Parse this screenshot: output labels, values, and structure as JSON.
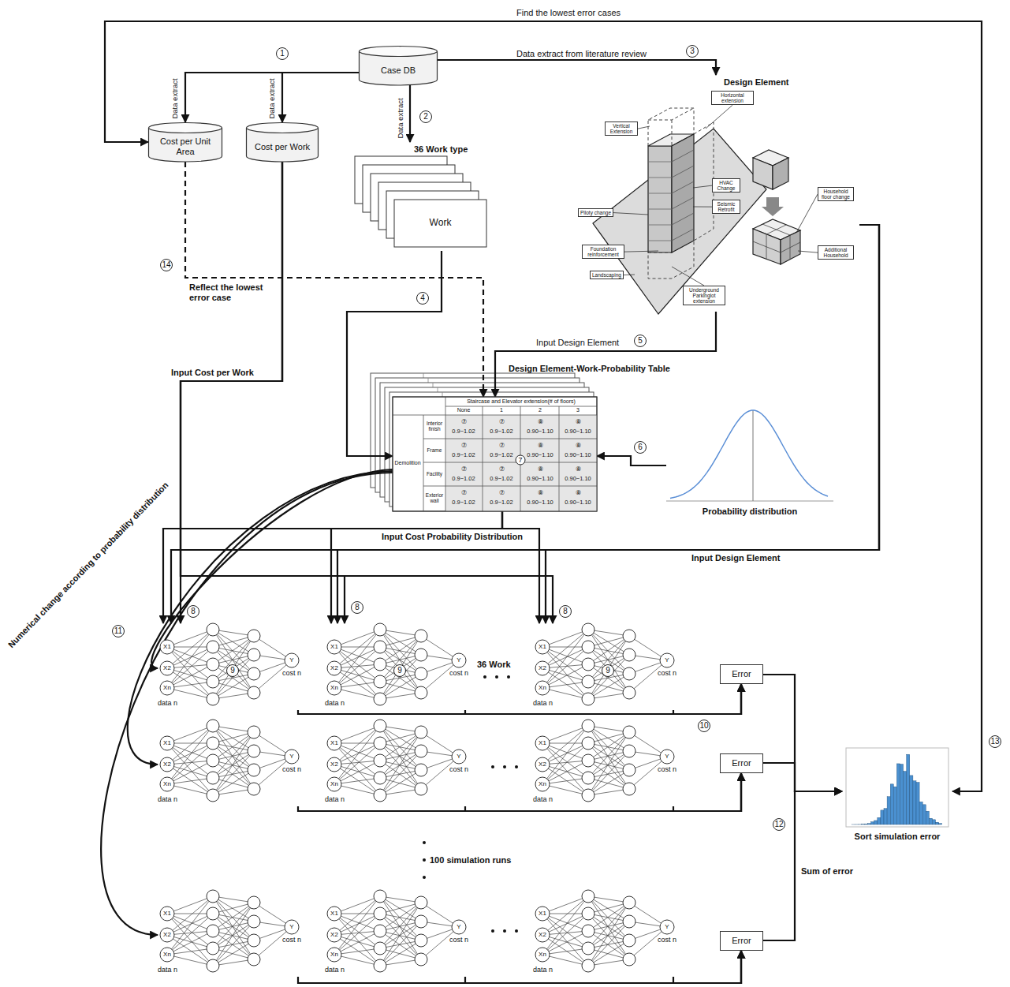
{
  "diagram": {
    "nodes": [
      {
        "text": [
          "Case DB"
        ]
      },
      {
        "text": [
          "Cost per Unit Area"
        ]
      },
      {
        "text": [
          "Cost per Work"
        ]
      },
      {
        "text": [
          "36 Work type",
          "Work"
        ]
      },
      {
        "text": [
          "Design Element"
        ]
      },
      {
        "text": [
          "Horizontal extension"
        ],
        "in": 4
      },
      {
        "text": [
          "Vertical Extension"
        ],
        "in": 4
      },
      {
        "text": [
          "HVAC Change"
        ],
        "in": 4
      },
      {
        "text": [
          "Seismic Retrofit"
        ],
        "in": 4
      },
      {
        "text": [
          "Piloty change"
        ],
        "in": 4
      },
      {
        "text": [
          "Foundation reinforcement"
        ],
        "in": 4
      },
      {
        "text": [
          "Landscaping"
        ],
        "in": 4
      },
      {
        "text": [
          "Underground Parkinglot extension"
        ],
        "in": 4
      },
      {
        "text": [
          "Household floor change"
        ],
        "in": 4
      },
      {
        "text": [
          "Additional Household"
        ],
        "in": 4
      },
      {
        "text": [
          "Design Element-Work-Probability Table"
        ]
      },
      {
        "text": [
          "Probability distribution"
        ]
      },
      {
        "text": [
          "X1",
          "X2",
          "Xn",
          "Y",
          "cost n",
          "data n"
        ]
      },
      {
        "text": [
          "X1",
          "X2",
          "Xn",
          "Y",
          "cost n",
          "data n"
        ]
      },
      {
        "text": [
          "X1",
          "X2",
          "Xn",
          "Y",
          "cost n",
          "data n"
        ]
      },
      {
        "text": [
          "X1",
          "X2",
          "Xn",
          "Y",
          "cost n",
          "data n"
        ]
      },
      {
        "text": [
          "X1",
          "X2",
          "Xn",
          "Y",
          "cost n",
          "data n"
        ]
      },
      {
        "text": [
          "X1",
          "X2",
          "Xn",
          "Y",
          "cost n",
          "data n"
        ]
      },
      {
        "text": [
          "X1",
          "X2",
          "Xn",
          "Y",
          "cost n",
          "data n"
        ]
      },
      {
        "text": [
          "X1",
          "X2",
          "Xn",
          "Y",
          "cost n",
          "data n"
        ]
      },
      {
        "text": [
          "X1",
          "X2",
          "Xn",
          "Y",
          "cost n",
          "data n"
        ]
      },
      {
        "text": [
          "Error"
        ]
      },
      {
        "text": [
          "Error"
        ]
      },
      {
        "text": [
          "Error"
        ]
      },
      {
        "text": [
          "Sort simulation error"
        ]
      }
    ],
    "edges": [
      {
        "from": 0,
        "to": 1,
        "arrow": "to"
      },
      {
        "from": 0,
        "to": 2,
        "arrow": "to"
      },
      {
        "from": 0,
        "to": 3,
        "arrow": "to"
      },
      {
        "from": 0,
        "to": 4,
        "arrow": "to"
      },
      {
        "from": 3,
        "to": 15,
        "arrow": "to"
      },
      {
        "from": 4,
        "to": 15,
        "arrow": "to"
      },
      {
        "from": 16,
        "to": 15,
        "arrow": "to"
      },
      {
        "from": 1,
        "to": 15,
        "arrow": "to"
      },
      {
        "from": 2,
        "to": 17,
        "arrow": "to"
      },
      {
        "from": 2,
        "to": 18,
        "arrow": "to"
      },
      {
        "from": 2,
        "to": 19,
        "arrow": "to"
      },
      {
        "from": 15,
        "to": 17,
        "arrow": "to"
      },
      {
        "from": 15,
        "to": 18,
        "arrow": "to"
      },
      {
        "from": 15,
        "to": 19,
        "arrow": "to"
      },
      {
        "from": 4,
        "to": 17,
        "arrow": "to"
      },
      {
        "from": 4,
        "to": 18,
        "arrow": "to"
      },
      {
        "from": 4,
        "to": 19,
        "arrow": "to"
      },
      {
        "from": 15,
        "to": 17,
        "arrow": "to"
      },
      {
        "from": 15,
        "to": 20,
        "arrow": "to"
      },
      {
        "from": 15,
        "to": 23,
        "arrow": "to"
      },
      {
        "from": 17,
        "to": 26,
        "arrow": "to"
      },
      {
        "from": 18,
        "to": 26,
        "arrow": "to"
      },
      {
        "from": 19,
        "to": 26,
        "arrow": "to"
      },
      {
        "from": 20,
        "to": 27,
        "arrow": "to"
      },
      {
        "from": 21,
        "to": 27,
        "arrow": "to"
      },
      {
        "from": 22,
        "to": 27,
        "arrow": "to"
      },
      {
        "from": 23,
        "to": 28,
        "arrow": "to"
      },
      {
        "from": 24,
        "to": 28,
        "arrow": "to"
      },
      {
        "from": 25,
        "to": 28,
        "arrow": "to"
      },
      {
        "from": 26,
        "to": 29,
        "arrow": "to"
      },
      {
        "from": 27,
        "to": 29,
        "arrow": "to"
      },
      {
        "from": 28,
        "to": 29,
        "arrow": "to"
      },
      {
        "from": 29,
        "to": 1,
        "arrow": "both"
      }
    ],
    "labels": [
      "Find the lowest error cases",
      "1",
      "Data extract",
      "Data extract",
      "2",
      "Data extract",
      "Data extract from literature review",
      "3",
      "14",
      "Reflect the lowest error case",
      "4",
      "Input Design Element",
      "5",
      "Input Cost per Work",
      "6",
      "7",
      "Numerical change according to probability distribution",
      "Input Cost Probability Distribution",
      "Input Design Element",
      "8",
      "8",
      "8",
      "9",
      "9",
      "9",
      "36 Work",
      "10",
      "11",
      "100 simulation runs",
      "12",
      "Sum of error",
      "13",
      "Staircase and Elevator extension(# of floors)",
      "None",
      "1",
      "2",
      "3",
      "Demolition",
      "Interior finish",
      "Frame",
      "Facility",
      "Exterior wall",
      "⑦",
      "0.9~1.02",
      "⑦",
      "0.9~1.02",
      "⑧",
      "0.90~1.10",
      "⑧",
      "0.90~1.10",
      "⑦",
      "0.9~1.02",
      "⑦",
      "0.9~1.02",
      "⑧",
      "0.90~1.10",
      "⑧",
      "0.90~1.10",
      "⑦",
      "0.9~1.02",
      "⑦",
      "0.9~1.02",
      "⑧",
      "0.90~1.10",
      "⑧",
      "0.90~1.10",
      "⑦",
      "0.9~1.02",
      "⑦",
      "0.9~1.02",
      "⑧",
      "0.90~1.10",
      "⑧",
      "0.90~1.10"
    ]
  }
}
